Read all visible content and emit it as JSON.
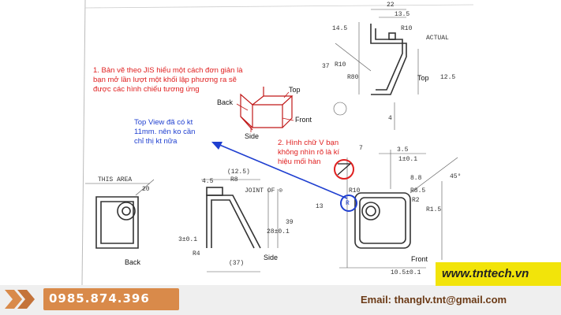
{
  "notes": {
    "note1": [
      "1. Bản vẽ theo JIS hiểu một cách đơn giản là",
      "bạn mở lần lượt một khối lập phương ra sẽ",
      "được các hình chiếu tương ứng"
    ],
    "note2": [
      "2. Hình chữ V bạn",
      "không nhìn rõ là kí",
      "hiệu mối hàn"
    ],
    "note3": [
      "Top View đã có kt",
      "11mm. nên ko cần",
      "chỉ thị kt nữa"
    ]
  },
  "cube_labels": {
    "top": "Top",
    "back": "Back",
    "front": "Front",
    "side": "Side"
  },
  "view_labels": {
    "top": "Top",
    "back": "Back",
    "side": "Side",
    "front": "Front"
  },
  "dimensions": {
    "d_22": "22",
    "d_13_5": "13.5",
    "d_14_5": "14.5",
    "d_37": "37",
    "d_r10a": "R10",
    "d_r80": "R80",
    "d_r10b": "R10",
    "d_12_5": "12.5",
    "d_4": "4",
    "d_3_5": "3.5",
    "d_7": "7",
    "d_1_0": "1±0.1",
    "d_8_8": "8.8",
    "d_r8_5": "R8.5",
    "d_r2": "R2",
    "d_r1_5": "R1.5",
    "d_r10c": "R10",
    "d_r": "R",
    "d_12_5b": "(12.5)",
    "d_4_5": "4.5",
    "d_r8": "R8",
    "d_joint": "JOINT OF ⊙",
    "d_39": "39",
    "d_28": "28±0.1",
    "d_37b": "(37)",
    "d_3b": "3±0.1",
    "d_r4": "R4",
    "d_13": "13",
    "d_10_5": "10.5±0.1",
    "d_this_area": "THIS AREA",
    "d_45": "45°",
    "d_20": "20",
    "d_actual": "ACTUAL"
  },
  "contact": {
    "phone": "0985.874.396",
    "email": "Email: thanglv.tnt@gmail.com",
    "website": "www.tnttech.vn"
  },
  "colors": {
    "accent_orange": "#d98a4a",
    "website_yellow": "#f2e40a",
    "note_red": "#e02020",
    "note_blue": "#1f3fd0"
  }
}
